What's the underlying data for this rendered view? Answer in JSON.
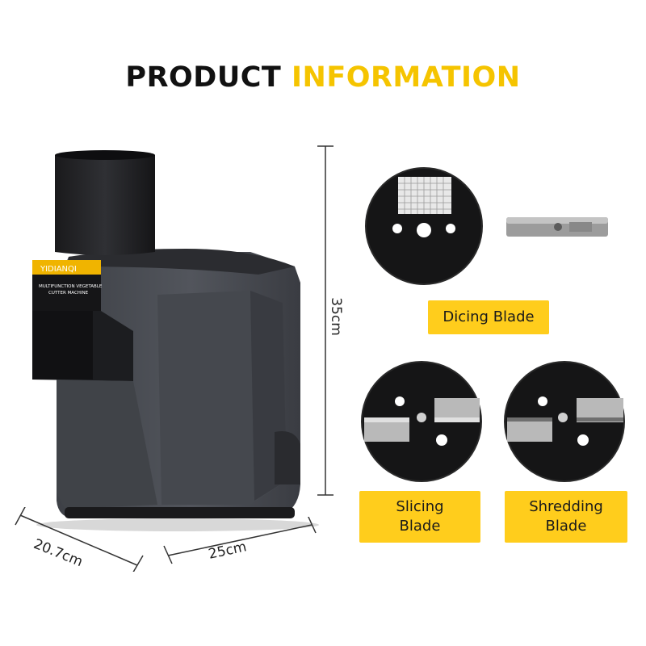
{
  "title": {
    "part1": "PRODUCT",
    "part2": "INFORMATION"
  },
  "machine": {
    "brand": "YIDIANQI",
    "panel_line1": "MULTIFUNCTION VEGETABLE",
    "panel_line2": "CUTTER MACHINE"
  },
  "dimensions": {
    "height": "35cm",
    "width": "25cm",
    "depth": "20.7cm"
  },
  "blades": [
    {
      "label": "Dicing Blade"
    },
    {
      "label_line1": "Slicing",
      "label_line2": "Blade"
    },
    {
      "label_line1": "Shredding",
      "label_line2": "Blade"
    }
  ],
  "colors": {
    "accent": "#f5c400",
    "badge": "#ffcd1c",
    "machine_body": "#4a4d53",
    "text_dark": "#111111"
  }
}
